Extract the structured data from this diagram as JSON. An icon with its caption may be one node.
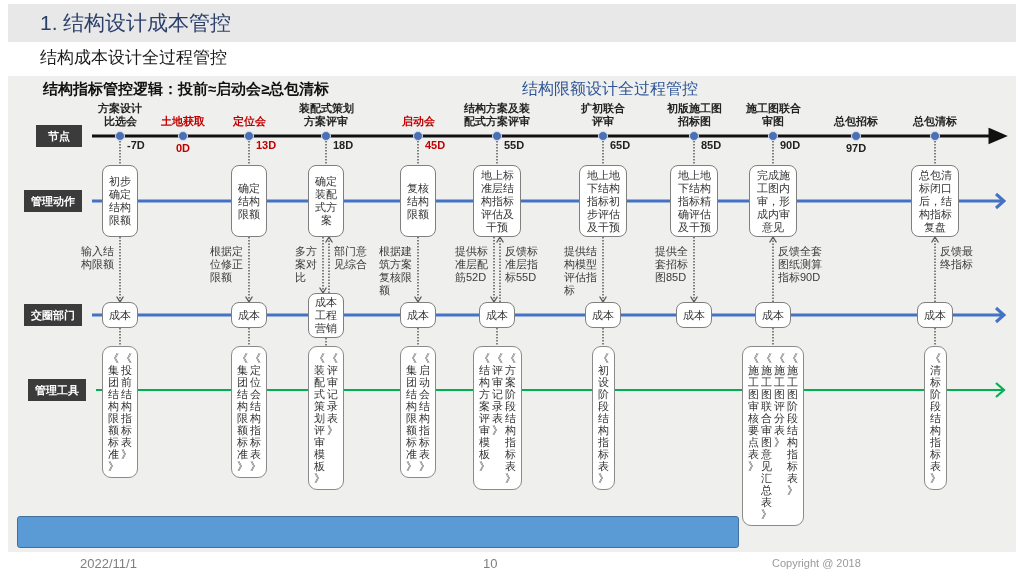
{
  "diagram": {
    "title": "1. 结构设计成本管控",
    "nodes": [
      {
        "text": [
          "节点"
        ]
      },
      {
        "text": [],
        "shape": "circle",
        "beside": [
          "方案设计比选会",
          "-7D"
        ]
      },
      {
        "text": [],
        "shape": "circle",
        "beside": [
          "土地获取",
          "0D"
        ]
      },
      {
        "text": [],
        "shape": "circle",
        "beside": [
          "定位会",
          "13D"
        ]
      },
      {
        "text": [],
        "shape": "circle",
        "beside": [
          "装配式策划方案评审",
          "18D"
        ]
      },
      {
        "text": [],
        "shape": "circle",
        "beside": [
          "启动会",
          "45D"
        ]
      },
      {
        "text": [],
        "shape": "circle",
        "beside": [
          "结构方案及装配式方案评审",
          "55D"
        ]
      },
      {
        "text": [],
        "shape": "circle",
        "beside": [
          "扩初联合评审",
          "65D"
        ]
      },
      {
        "text": [],
        "shape": "circle",
        "beside": [
          "初版施工图招标图",
          "85D"
        ]
      },
      {
        "text": [],
        "shape": "circle",
        "beside": [
          "施工图联合审图",
          "90D"
        ]
      },
      {
        "text": [],
        "shape": "circle",
        "beside": [
          "总包招标",
          "97D"
        ]
      },
      {
        "text": [],
        "shape": "circle",
        "beside": [
          "总包清标"
        ]
      },
      {
        "text": [
          "管理动作"
        ]
      },
      {
        "text": [
          "初步确定结构限额"
        ]
      },
      {
        "text": [
          "确定结构限额"
        ]
      },
      {
        "text": [
          "确定装配式方案"
        ]
      },
      {
        "text": [
          "复核结构限额"
        ]
      },
      {
        "text": [
          "地上标准层结构指标评估及干预"
        ]
      },
      {
        "text": [
          "地上地下结构指标初步评估及干预"
        ]
      },
      {
        "text": [
          "地上地下结构指标精确评估及干预"
        ]
      },
      {
        "text": [
          "完成施工图内审，形成内审意见"
        ]
      },
      {
        "text": [
          "总包清标闭口后，结构指标复盘"
        ]
      },
      {
        "text": [
          "交圈部门"
        ]
      },
      {
        "text": [
          "成本"
        ]
      },
      {
        "text": [
          "成本"
        ]
      },
      {
        "text": [
          "成本工程营销"
        ]
      },
      {
        "text": [
          "成本"
        ]
      },
      {
        "text": [
          "成本"
        ]
      },
      {
        "text": [
          "成本"
        ]
      },
      {
        "text": [
          "成本"
        ]
      },
      {
        "text": [
          "成本"
        ]
      },
      {
        "text": [
          "成本"
        ]
      },
      {
        "text": [
          "管理工具"
        ]
      },
      {
        "text": [
          "《集团结构限额标准》",
          "《投前结构指标表》"
        ]
      },
      {
        "text": [
          "《集团结构限额标准》",
          "《定位会结构指标表》"
        ]
      },
      {
        "text": [
          "《装配式策划评审模板》",
          "《评审记录表》"
        ]
      },
      {
        "text": [
          "《集团结构限额标准》",
          "《启动会结构指标表》"
        ]
      },
      {
        "text": [
          "《结构方案评审模板》",
          "《评审记录表》",
          "《方案阶段结构指标表》"
        ]
      },
      {
        "text": [
          "《初设阶段结构指标表》"
        ]
      },
      {
        "text": [
          "《施工图审核要点表》",
          "《施工图联合审图意见汇总表》",
          "《施工图评分表》",
          "《施工图阶段结构指标表》"
        ]
      },
      {
        "text": [
          "《清标阶段结构指标表》"
        ]
      },
      {
        "text": [],
        "shape": "bar"
      }
    ],
    "edges": [
      {
        "from": 1,
        "to": 13,
        "arrow": "none"
      },
      {
        "from": 13,
        "to": 23,
        "arrow": "to",
        "label": "输入结构限额"
      },
      {
        "from": 23,
        "to": 33,
        "arrow": "none"
      },
      {
        "from": 3,
        "to": 14,
        "arrow": "none"
      },
      {
        "from": 14,
        "to": 24,
        "arrow": "to",
        "label": "根据定位修正限额"
      },
      {
        "from": 24,
        "to": 34,
        "arrow": "none"
      },
      {
        "from": 4,
        "to": 15,
        "arrow": "none"
      },
      {
        "from": 15,
        "to": 25,
        "arrow": "to",
        "label": "多方案对比"
      },
      {
        "from": 25,
        "to": 15,
        "arrow": "to",
        "label": "部门意见综合"
      },
      {
        "from": 25,
        "to": 35,
        "arrow": "none"
      },
      {
        "from": 5,
        "to": 16,
        "arrow": "none"
      },
      {
        "from": 16,
        "to": 26,
        "arrow": "to",
        "label": "根据建筑方案复核限额"
      },
      {
        "from": 26,
        "to": 36,
        "arrow": "none"
      },
      {
        "from": 6,
        "to": 17,
        "arrow": "none"
      },
      {
        "from": 17,
        "to": 27,
        "arrow": "to",
        "label": "提供标准层配筋52D"
      },
      {
        "from": 27,
        "to": 17,
        "arrow": "to",
        "label": "反馈标准层指标55D"
      },
      {
        "from": 27,
        "to": 37,
        "arrow": "none"
      },
      {
        "from": 7,
        "to": 18,
        "arrow": "none"
      },
      {
        "from": 18,
        "to": 28,
        "arrow": "to",
        "label": "提供结构模型评估指标"
      },
      {
        "from": 28,
        "to": 38,
        "arrow": "none"
      },
      {
        "from": 8,
        "to": 19,
        "arrow": "none"
      },
      {
        "from": 19,
        "to": 29,
        "arrow": "to",
        "label": "提供全套招标图85D"
      },
      {
        "from": 9,
        "to": 20,
        "arrow": "none"
      },
      {
        "from": 30,
        "to": 20,
        "arrow": "to",
        "label": "反馈全套图纸测算指标90D"
      },
      {
        "from": 30,
        "to": 39,
        "arrow": "none"
      },
      {
        "from": 11,
        "to": 21,
        "arrow": "none"
      },
      {
        "from": 31,
        "to": 21,
        "arrow": "to",
        "label": "反馈最终指标"
      },
      {
        "from": 31,
        "to": 40,
        "arrow": "none"
      }
    ],
    "labels": [
      "结构成本设计全过程管控",
      "结构指标管控逻辑：投前≈启动会≥总包清标",
      "结构限额设计全过程管控",
      "2022/11/1",
      "10",
      "Copyright @ 2018"
    ]
  }
}
